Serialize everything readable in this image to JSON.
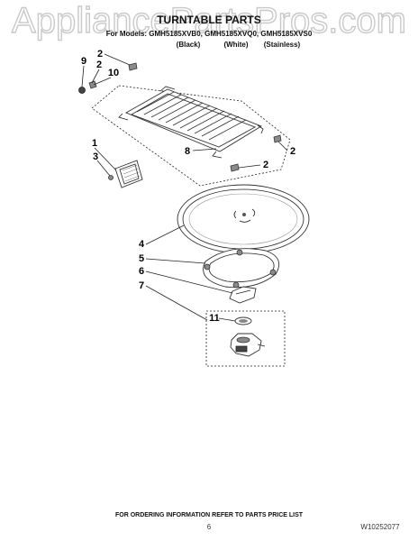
{
  "watermark": "AppliancePartsPros.com",
  "header": {
    "title": "TURNTABLE PARTS",
    "models_line": "For Models: GMH5185XVB0, GMH5185XVQ0, GMH5185XVS0",
    "finishes": [
      "(Black)",
      "(White)",
      "(Stainless)"
    ]
  },
  "callouts": {
    "c9": "9",
    "c2a": "2",
    "c2b": "2",
    "c10": "10",
    "c2c": "2",
    "c2d": "2",
    "c8": "8",
    "c1": "1",
    "c3": "3",
    "c4": "4",
    "c5": "5",
    "c6": "6",
    "c7": "7",
    "c11": "11"
  },
  "footer": {
    "ordering_info": "FOR ORDERING INFORMATION REFER TO PARTS PRICE LIST",
    "page_number": "6",
    "doc_number": "W10252077"
  }
}
